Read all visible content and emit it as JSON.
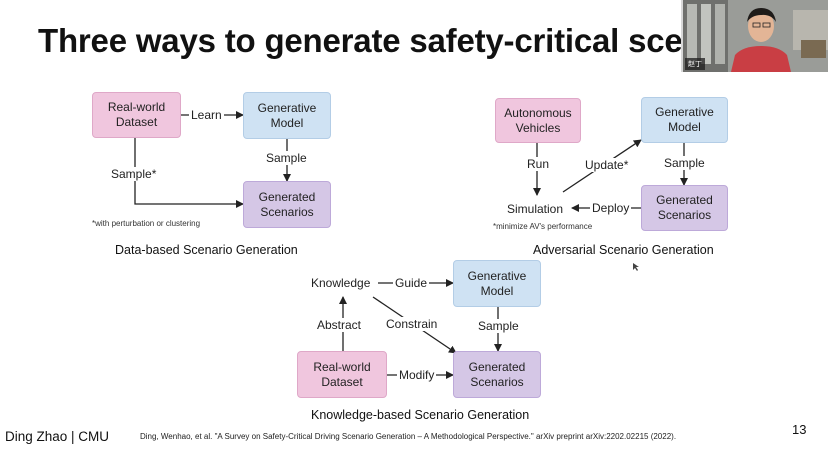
{
  "slide": {
    "title": "Three ways to generate safety-critical sce",
    "page_number": "13",
    "author": "Ding Zhao | CMU",
    "reference": "Ding, Wenhao, et al. \"A Survey on Safety-Critical Driving Scenario Generation – A Methodological Perspective.\" arXiv preprint arXiv:2202.02215 (2022)."
  },
  "webcam": {
    "name_tag": "赵丁"
  },
  "data_based": {
    "caption": "Data-based Scenario Generation",
    "real_world": "Real-world\nDataset",
    "generative": "Generative\nModel",
    "generated": "Generated\nScenarios",
    "learn": "Learn",
    "sample": "Sample",
    "sample_star": "Sample*",
    "note": "*with perturbation or clustering"
  },
  "adversarial": {
    "caption": "Adversarial Scenario Generation",
    "av": "Autonomous\nVehicles",
    "generative": "Generative\nModel",
    "generated": "Generated\nScenarios",
    "run": "Run",
    "update": "Update*",
    "sample": "Sample",
    "simulation": "Simulation",
    "deploy": "Deploy",
    "note": "*minimize AV's performance"
  },
  "knowledge_based": {
    "caption": "Knowledge-based Scenario Generation",
    "knowledge": "Knowledge",
    "guide": "Guide",
    "generative": "Generative\nModel",
    "abstract": "Abstract",
    "constrain": "Constrain",
    "sample": "Sample",
    "real_world": "Real-world\nDataset",
    "modify": "Modify",
    "generated": "Generated\nScenarios"
  }
}
